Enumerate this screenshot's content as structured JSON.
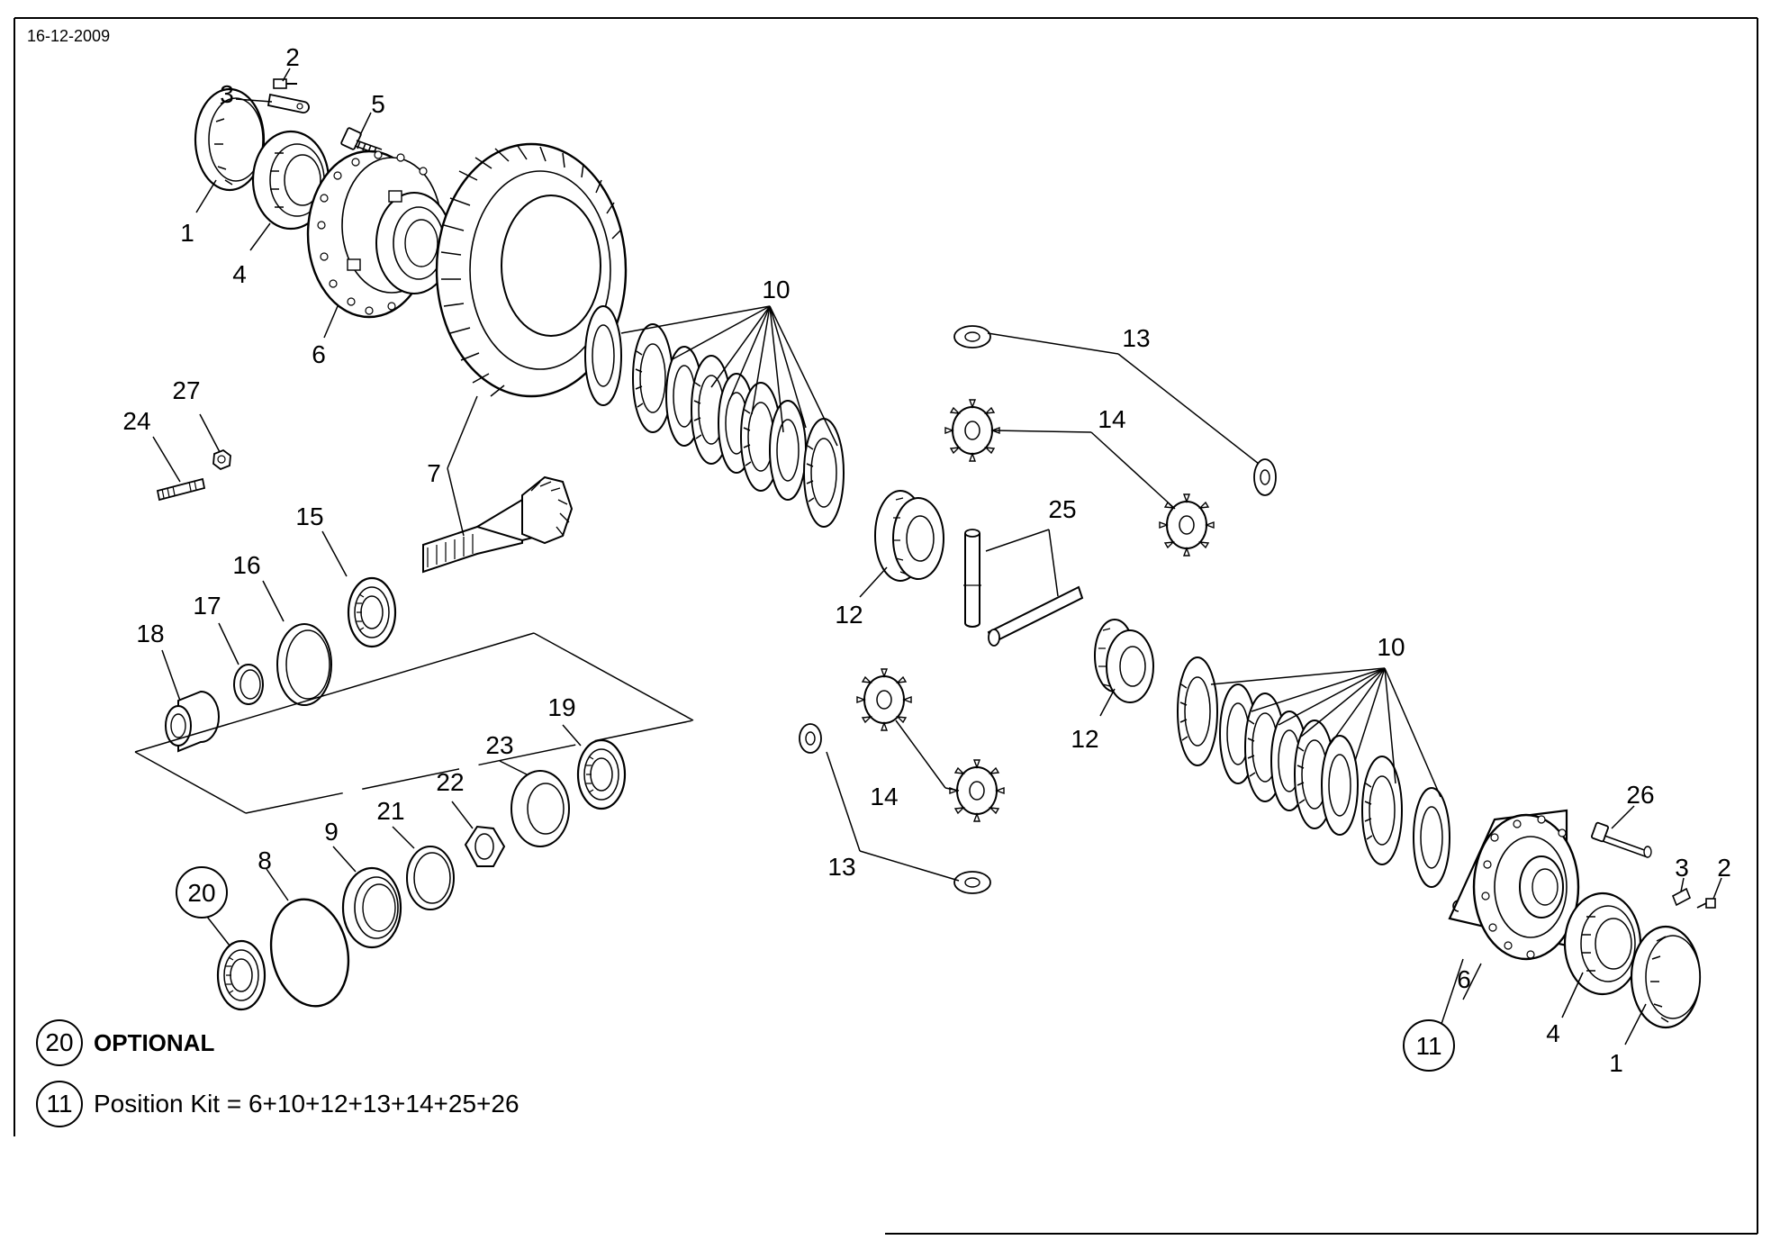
{
  "header": {
    "date": "16-12-2009"
  },
  "callouts": {
    "n1": "1",
    "n2": "2",
    "n3": "3",
    "n4": "4",
    "n5": "5",
    "n6": "6",
    "n7": "7",
    "n8": "8",
    "n9": "9",
    "n10": "10",
    "n11": "11",
    "n12": "12",
    "n13": "13",
    "n14": "14",
    "n15": "15",
    "n16": "16",
    "n17": "17",
    "n18": "18",
    "n19": "19",
    "n20": "20",
    "n21": "21",
    "n22": "22",
    "n23": "23",
    "n24": "24",
    "n25": "25",
    "n26": "26",
    "n27": "27"
  },
  "legend": {
    "optional": {
      "number": "20",
      "label": "OPTIONAL"
    },
    "kit": {
      "number": "11",
      "label": "Position Kit = 6+10+12+13+14+25+26"
    }
  }
}
